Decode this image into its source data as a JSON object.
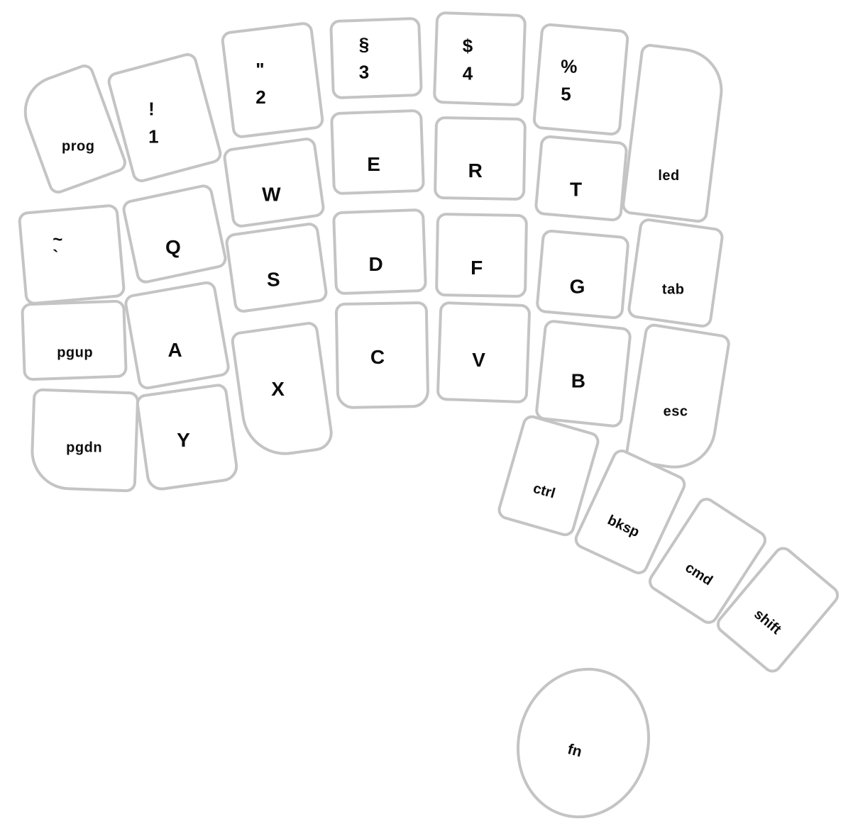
{
  "keyboard": {
    "description": "ergonomic split keyboard left half layout",
    "colors": {
      "key_fill": "#ffffff",
      "key_border": "#c4c4c4",
      "label": "#0c0c0c",
      "background": "#ffffff"
    },
    "keys": {
      "prog": {
        "label": "prog"
      },
      "num1": {
        "shifted": "!",
        "base": "1"
      },
      "num2": {
        "shifted": "\"",
        "base": "2"
      },
      "num3": {
        "shifted": "§",
        "base": "3"
      },
      "num4": {
        "shifted": "$",
        "base": "4"
      },
      "num5": {
        "shifted": "%",
        "base": "5"
      },
      "led": {
        "label": "led"
      },
      "tilde": {
        "shifted": "~",
        "base": "`"
      },
      "q": {
        "label": "Q"
      },
      "w": {
        "label": "W"
      },
      "e": {
        "label": "E"
      },
      "r": {
        "label": "R"
      },
      "t": {
        "label": "T"
      },
      "tab": {
        "label": "tab"
      },
      "pgup": {
        "label": "pgup"
      },
      "a": {
        "label": "A"
      },
      "s": {
        "label": "S"
      },
      "d": {
        "label": "D"
      },
      "f": {
        "label": "F"
      },
      "g": {
        "label": "G"
      },
      "esc": {
        "label": "esc"
      },
      "pgdn": {
        "label": "pgdn"
      },
      "y": {
        "label": "Y"
      },
      "x": {
        "label": "X"
      },
      "c": {
        "label": "C"
      },
      "v": {
        "label": "V"
      },
      "b": {
        "label": "B"
      },
      "ctrl": {
        "label": "ctrl"
      },
      "bksp": {
        "label": "bksp"
      },
      "cmd": {
        "label": "cmd"
      },
      "shift": {
        "label": "shift"
      },
      "fn": {
        "label": "fn"
      }
    }
  }
}
